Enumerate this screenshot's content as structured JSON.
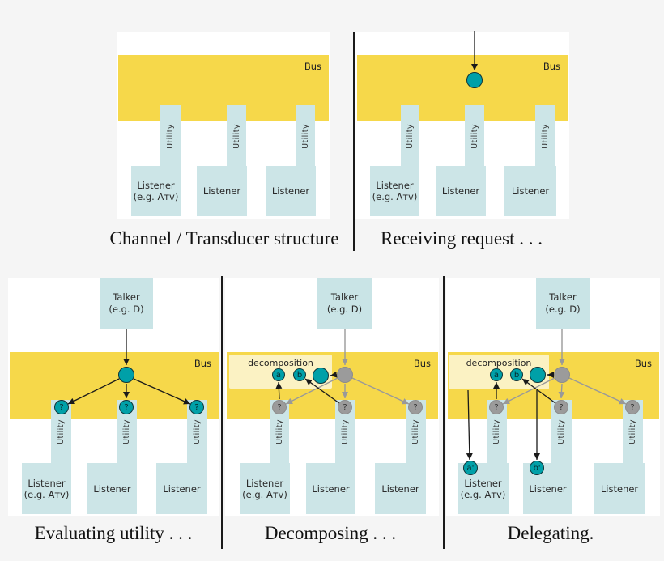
{
  "figure": {
    "description": "Channel / Transducer bus diagram in five panels",
    "colors": {
      "bus_yellow": "#f6d84a",
      "panel_white": "#ffffff",
      "background": "#f5f5f5",
      "listener_blue": "#cce5e7",
      "teal_circle": "#00a0a8",
      "gray_circle": "#9b9b9b",
      "decomposition_bg": "#fbf2c3",
      "black_line": "#1a1a1a",
      "gray_line": "#999999"
    }
  },
  "labels": {
    "bus": "Bus",
    "utility": "Utility",
    "listener": "Listener",
    "listener_eg": "(e.g. Aᴛᴠ)",
    "talker": "Talker",
    "talker_eg": "(e.g. D)",
    "decomposition": "decomposition",
    "question": "?",
    "a": "a",
    "b": "b",
    "a_prime": "a'",
    "b_prime": "b'"
  },
  "captions": {
    "top_left": "Channel / Transducer structure",
    "top_right": "Receiving request . . .",
    "bottom_left": "Evaluating utility . . .",
    "bottom_middle": "Decomposing . . .",
    "bottom_right": "Delegating."
  }
}
